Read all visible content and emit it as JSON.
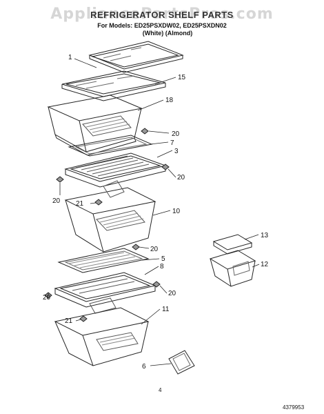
{
  "header": {
    "watermark": "AppliancePartsPros.com",
    "title": "REFRIGERATOR SHELF PARTS",
    "models_line": "For Models: ED25PSXDW02, ED25PSXDN02",
    "colors_line": "(White)  (Almond)"
  },
  "callouts": [
    "1",
    "15",
    "18",
    "20",
    "7",
    "3",
    "20",
    "20",
    "21",
    "10",
    "20",
    "5",
    "8",
    "20",
    "20",
    "21",
    "11",
    "6",
    "13",
    "12"
  ],
  "footer": {
    "page_number": "4",
    "doc_number": "4379953"
  }
}
